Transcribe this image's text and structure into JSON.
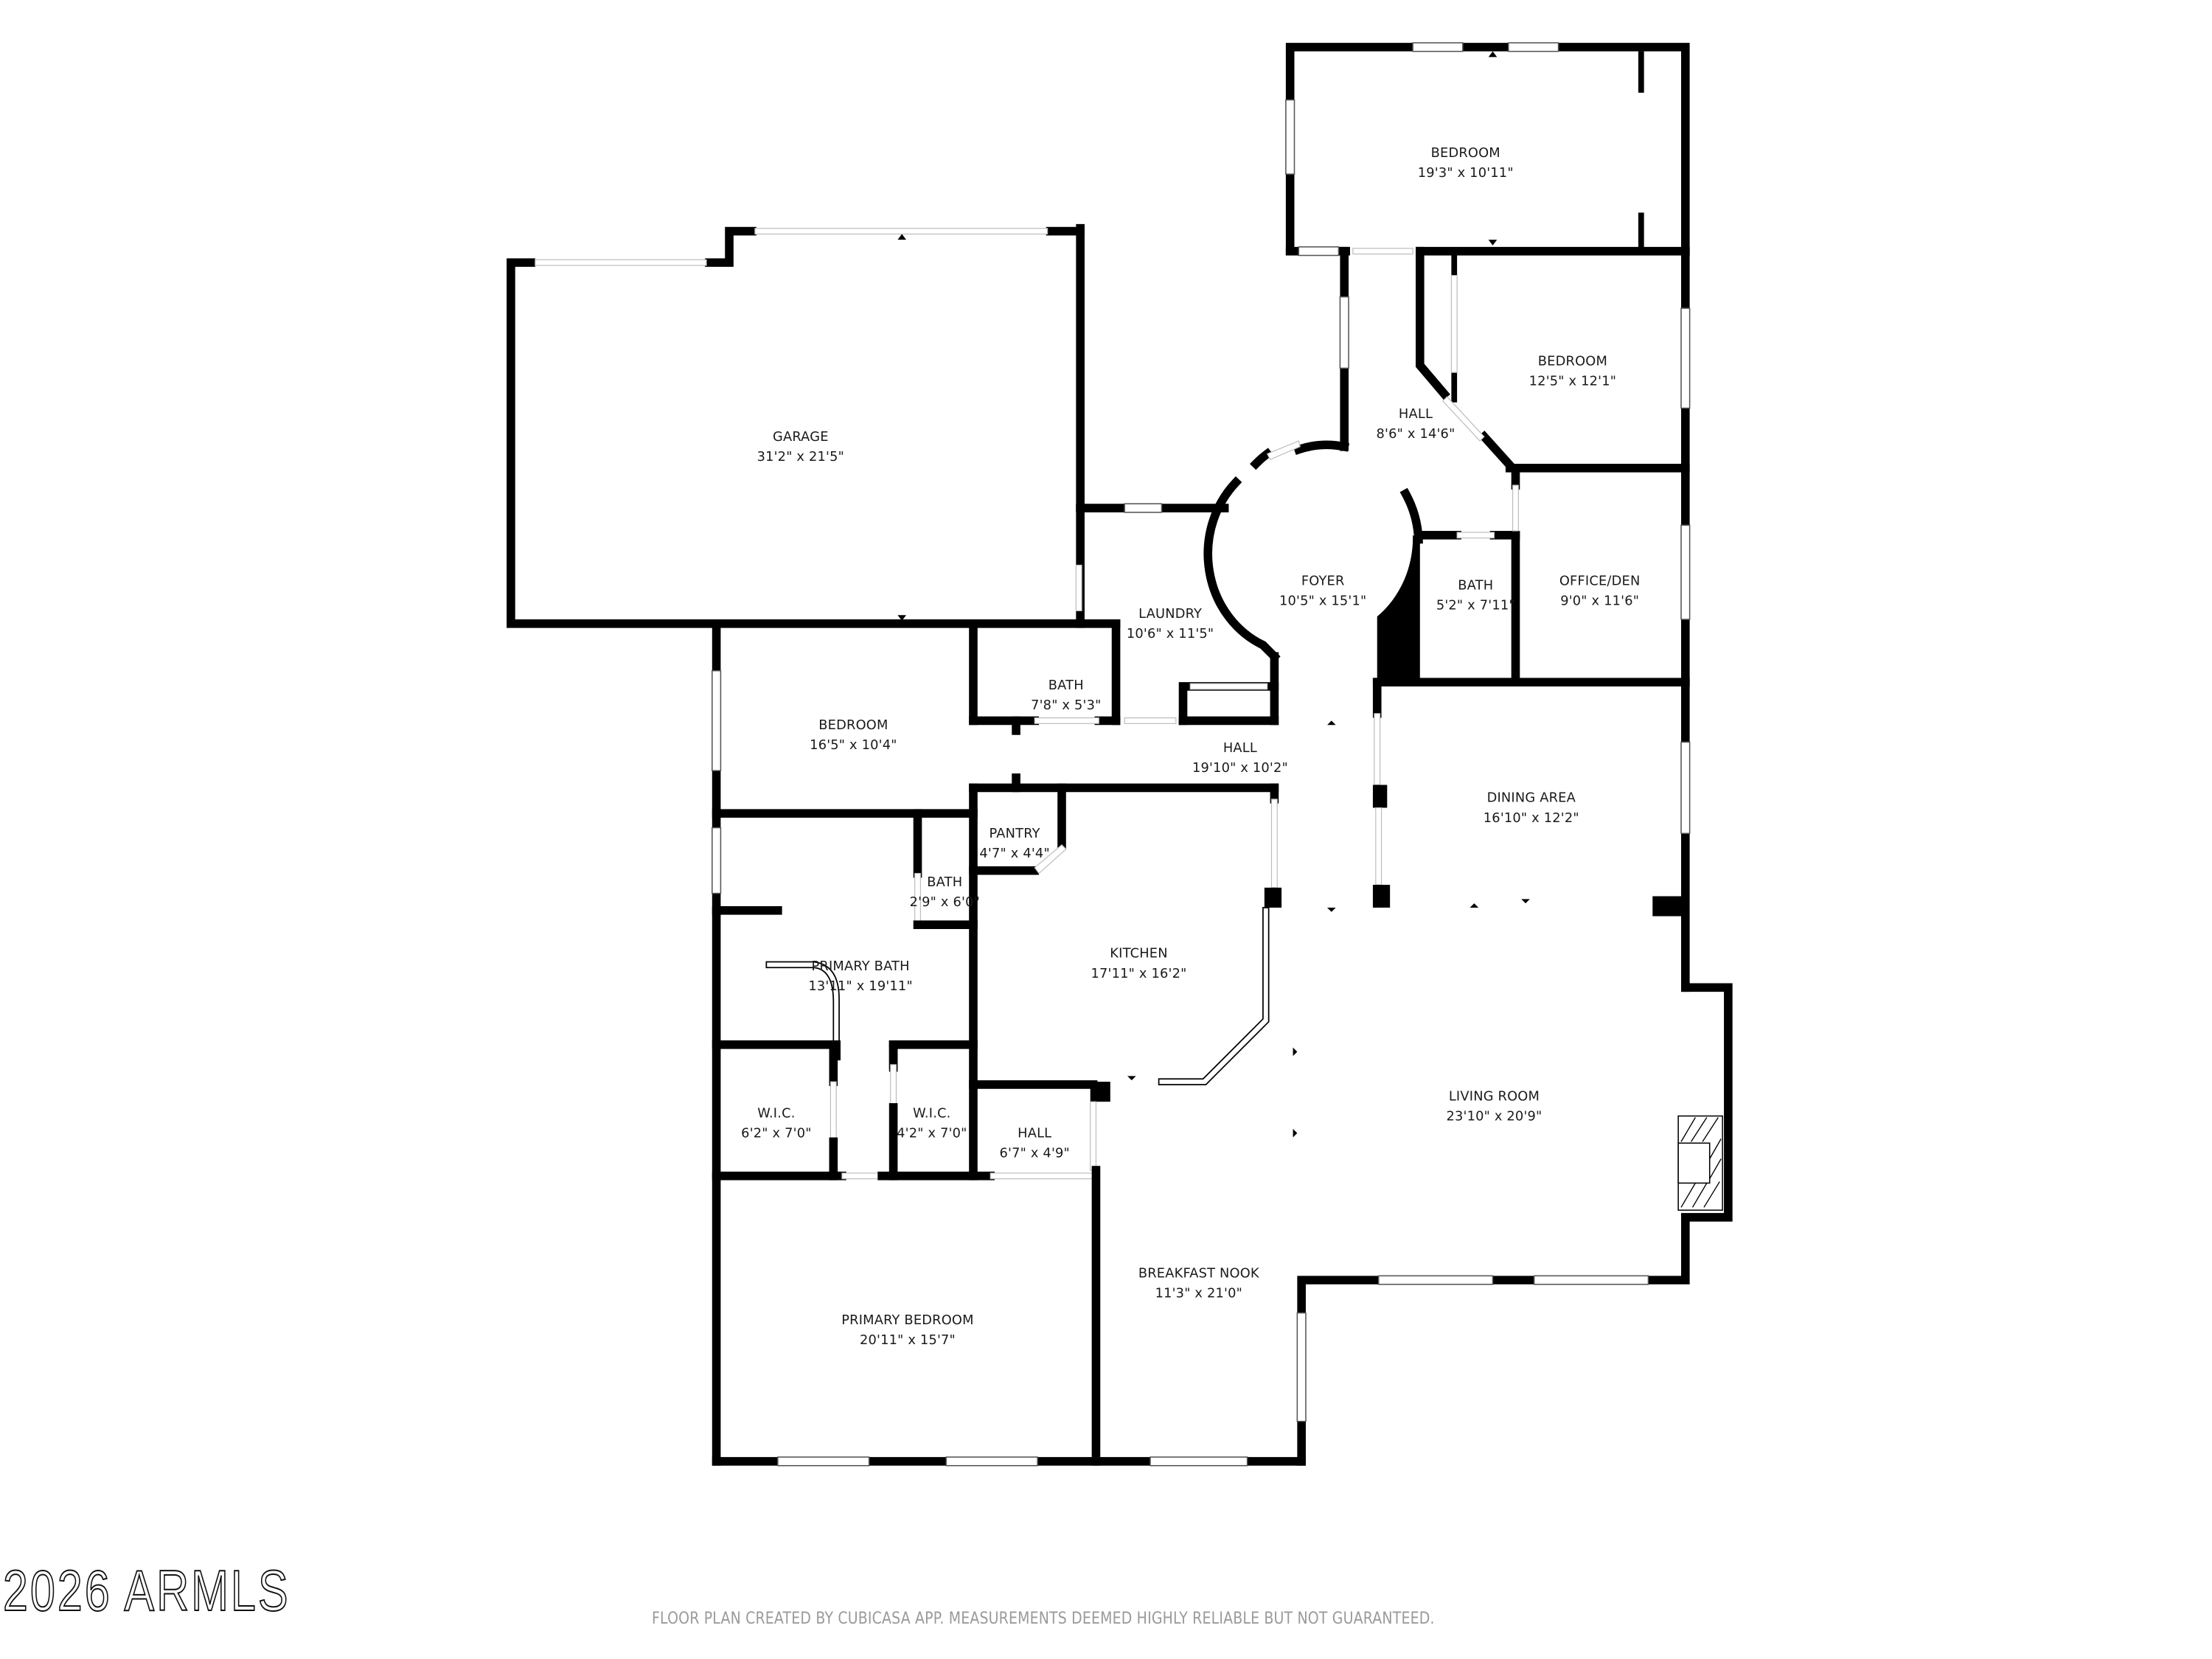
{
  "floor_plan": {
    "rooms": [
      {
        "id": "bedroom_1",
        "name": "BEDROOM",
        "size": "19'3\" x 10'11\""
      },
      {
        "id": "bedroom_2",
        "name": "BEDROOM",
        "size": "12'5\" x 12'1\""
      },
      {
        "id": "hall_upper",
        "name": "HALL",
        "size": "8'6\" x 14'6\""
      },
      {
        "id": "garage",
        "name": "GARAGE",
        "size": "31'2\" x 21'5\""
      },
      {
        "id": "foyer",
        "name": "FOYER",
        "size": "10'5\" x 15'1\""
      },
      {
        "id": "bath_1",
        "name": "BATH",
        "size": "5'2\" x 7'11\""
      },
      {
        "id": "office_den",
        "name": "OFFICE/DEN",
        "size": "9'0\" x 11'6\""
      },
      {
        "id": "laundry",
        "name": "LAUNDRY",
        "size": "10'6\" x 11'5\""
      },
      {
        "id": "bath_2",
        "name": "BATH",
        "size": "7'8\" x 5'3\""
      },
      {
        "id": "bedroom_3",
        "name": "BEDROOM",
        "size": "16'5\" x 10'4\""
      },
      {
        "id": "hall_main",
        "name": "HALL",
        "size": "19'10\" x 10'2\""
      },
      {
        "id": "dining_area",
        "name": "DINING AREA",
        "size": "16'10\" x 12'2\""
      },
      {
        "id": "pantry",
        "name": "PANTRY",
        "size": "4'7\" x 4'4\""
      },
      {
        "id": "bath_3",
        "name": "BATH",
        "size": "2'9\" x 6'0\""
      },
      {
        "id": "primary_bath",
        "name": "PRIMARY BATH",
        "size": "13'11\" x 19'11\""
      },
      {
        "id": "kitchen",
        "name": "KITCHEN",
        "size": "17'11\" x 16'2\""
      },
      {
        "id": "living_room",
        "name": "LIVING ROOM",
        "size": "23'10\" x 20'9\""
      },
      {
        "id": "wic_1",
        "name": "W.I.C.",
        "size": "6'2\" x 7'0\""
      },
      {
        "id": "wic_2",
        "name": "W.I.C.",
        "size": "4'2\" x 7'0\""
      },
      {
        "id": "hall_small",
        "name": "HALL",
        "size": "6'7\" x 4'9\""
      },
      {
        "id": "breakfast_nook",
        "name": "BREAKFAST NOOK",
        "size": "11'3\" x 21'0\""
      },
      {
        "id": "primary_bedroom",
        "name": "PRIMARY BEDROOM",
        "size": "20'11\" x 15'7\""
      }
    ],
    "features": {
      "fireplace_icon": "fireplace-hatched-rect"
    }
  },
  "footer": {
    "watermark": "2026 ARMLS",
    "disclaimer": "FLOOR PLAN CREATED BY CUBICASA APP. MEASUREMENTS DEEMED HIGHLY RELIABLE BUT NOT GUARANTEED."
  },
  "colors": {
    "wall": "#000000",
    "background": "#ffffff",
    "label": "#1a1a1a",
    "disclaimer": "#9a9a9a"
  }
}
